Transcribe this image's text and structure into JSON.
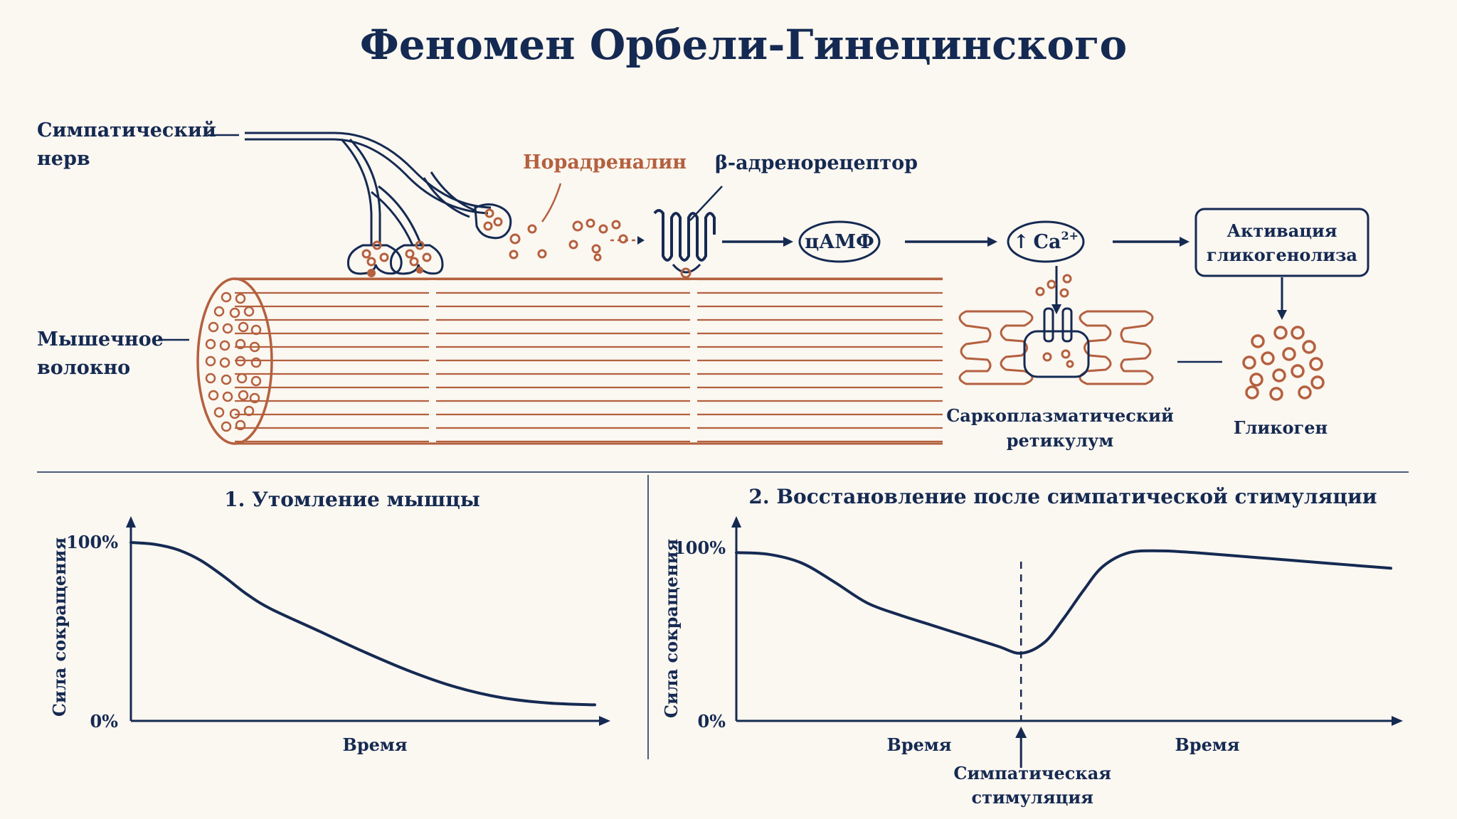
{
  "title": "Феномен Орбели-Гинецинского",
  "colors": {
    "navy": "#152a52",
    "rust": "#b4603f",
    "background": "#fbf7f1"
  },
  "diagram": {
    "nerve_label_1": "Симпатический",
    "nerve_label_2": "нерв",
    "muscle_label_1": "Мышечное",
    "muscle_label_2": "волокно",
    "noradrenaline": "Норадреналин",
    "receptor": "β-адренорецептор",
    "camp": "цАМФ",
    "calcium_arrow": "↑",
    "calcium": "Ca",
    "calcium_charge": "2+",
    "activation_1": "Активация",
    "activation_2": "гликогенолиза",
    "sr_label_1": "Саркоплазматический",
    "sr_label_2": "ретикулум",
    "glycogen": "Гликоген"
  },
  "chart_data": [
    {
      "type": "line",
      "title": "1. Утомление мышцы",
      "xlabel": "Время",
      "ylabel": "Сила сокращения",
      "y_ticks": [
        "100%",
        "0%"
      ],
      "ylim": [
        0,
        100
      ],
      "xlim": [
        0,
        10
      ],
      "series": [
        {
          "x": [
            0,
            0.5,
            1,
            1.5,
            2,
            2.5,
            3,
            4,
            5,
            6,
            7,
            8,
            9,
            10
          ],
          "values": [
            100,
            99,
            96,
            90,
            81,
            71,
            63,
            51,
            39,
            28,
            19,
            13,
            10,
            9
          ]
        }
      ]
    },
    {
      "type": "line",
      "title": "2. Восстановление после симпатической стимуляции",
      "xlabel_left": "Время",
      "xlabel_right": "Время",
      "ylabel": "Сила сокращения",
      "y_ticks": [
        "100%",
        "0%"
      ],
      "ylim": [
        0,
        100
      ],
      "xlim": [
        0,
        10
      ],
      "stimulation_x": 4.35,
      "stimulation_label_1": "Симпатическая",
      "stimulation_label_2": "стимуляция",
      "series": [
        {
          "x": [
            0,
            0.5,
            1,
            1.5,
            2,
            2.5,
            3,
            3.5,
            4,
            4.35,
            4.7,
            5,
            5.3,
            5.6,
            6,
            6.5,
            7,
            8,
            9,
            10
          ],
          "values": [
            97,
            96,
            91,
            80,
            68,
            61,
            55,
            49,
            43,
            39,
            45,
            59,
            75,
            89,
            97,
            98,
            97,
            94,
            91,
            88
          ]
        }
      ]
    }
  ]
}
